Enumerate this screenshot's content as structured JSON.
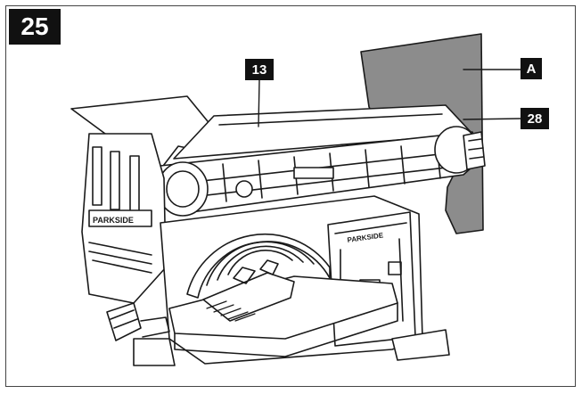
{
  "figure_number": "25",
  "callouts": {
    "belt_unit": "13",
    "guard": "A",
    "belt_tension_knob": "28"
  },
  "brand_text": "PARKSIDE",
  "colors": {
    "guard_fill": "#8c8c8c",
    "line": "#1a1a1a",
    "badge": "#111111"
  }
}
